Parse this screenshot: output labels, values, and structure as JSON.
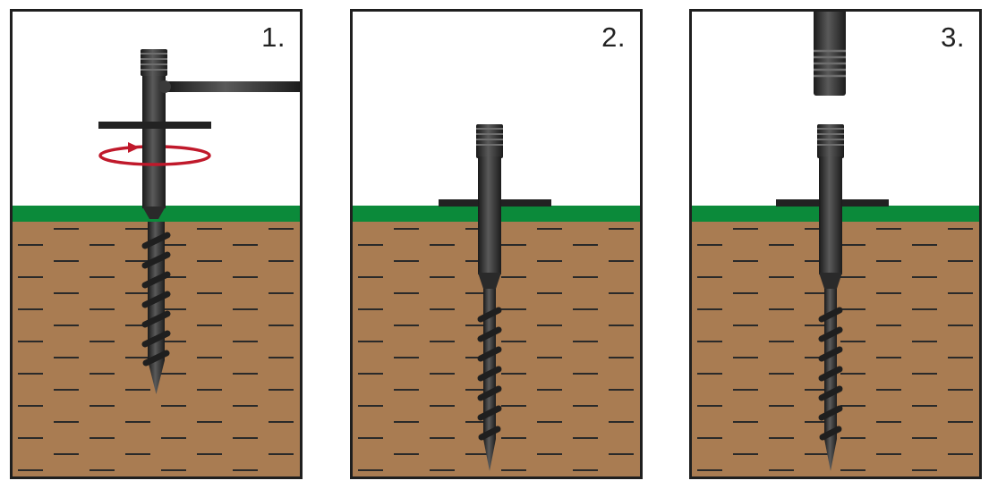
{
  "panels": [
    {
      "label": "1."
    },
    {
      "label": "2."
    },
    {
      "label": "3."
    }
  ],
  "colors": {
    "grass": "#0b8a3a",
    "soil": "#a97c52",
    "metal": "#2f2f2f",
    "frame": "#1f1f1f",
    "arrow": "#c0192b"
  },
  "icons": [
    "rotation-arrow-icon"
  ]
}
